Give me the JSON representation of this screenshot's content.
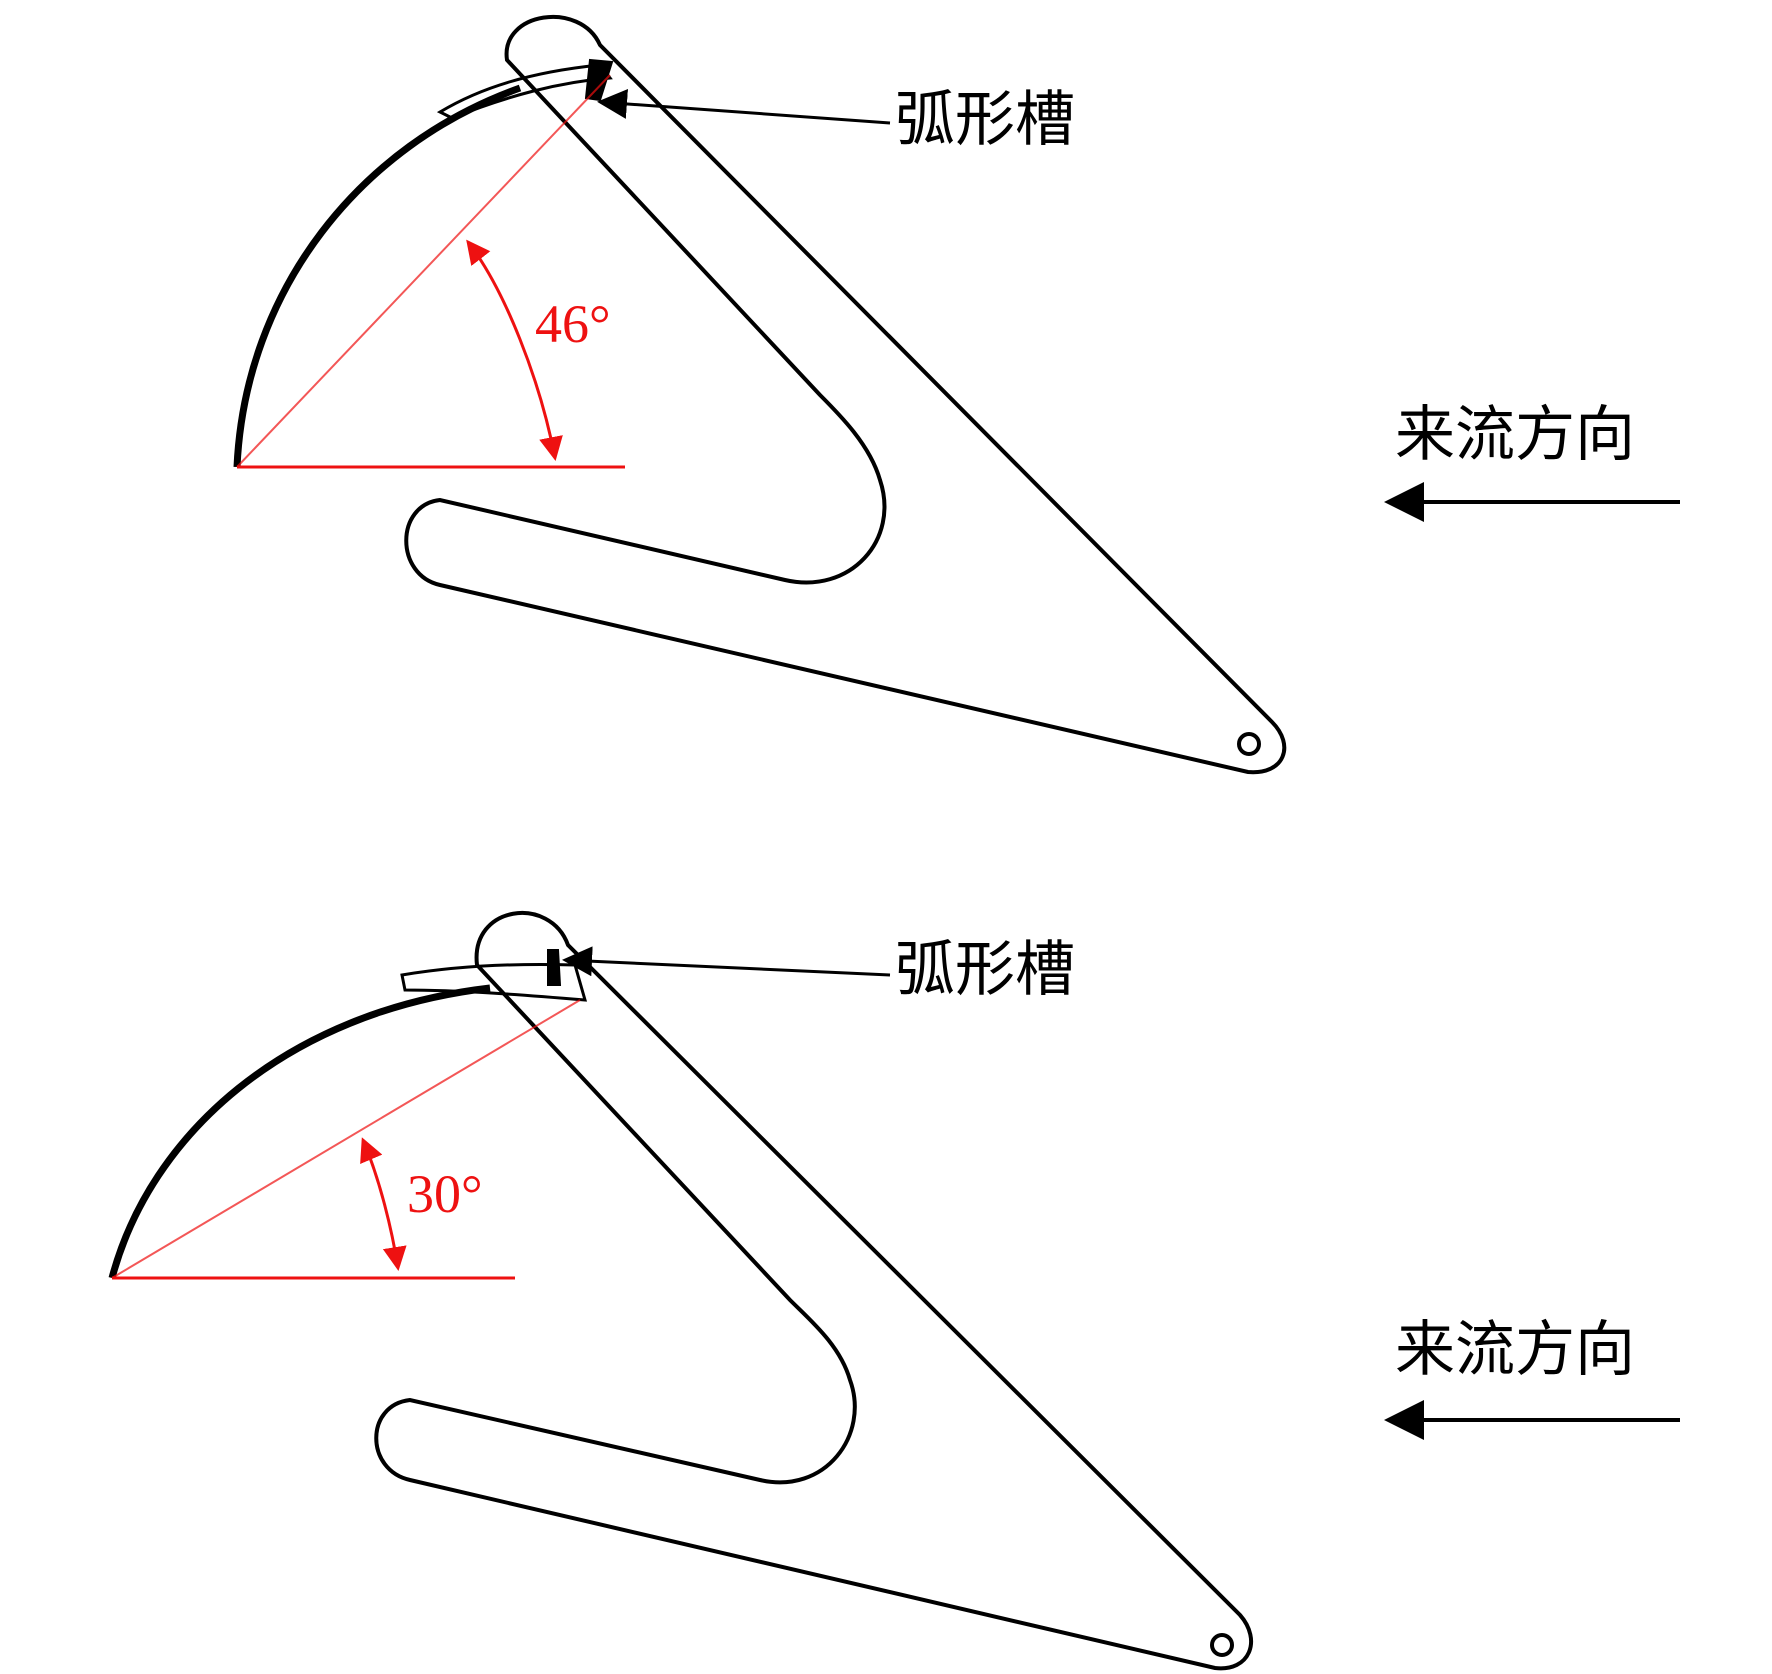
{
  "colors": {
    "outline": "#000000",
    "angle_annotation": "#ee1111",
    "background": "#ffffff"
  },
  "panels": [
    {
      "slot_label": "弧形槽",
      "angle_label": "46°",
      "flow_label": "来流方向",
      "flow_arrow_icon": "arrow-left-icon"
    },
    {
      "slot_label": "弧形槽",
      "angle_label": "30°",
      "flow_label": "来流方向",
      "flow_arrow_icon": "arrow-left-icon"
    }
  ]
}
